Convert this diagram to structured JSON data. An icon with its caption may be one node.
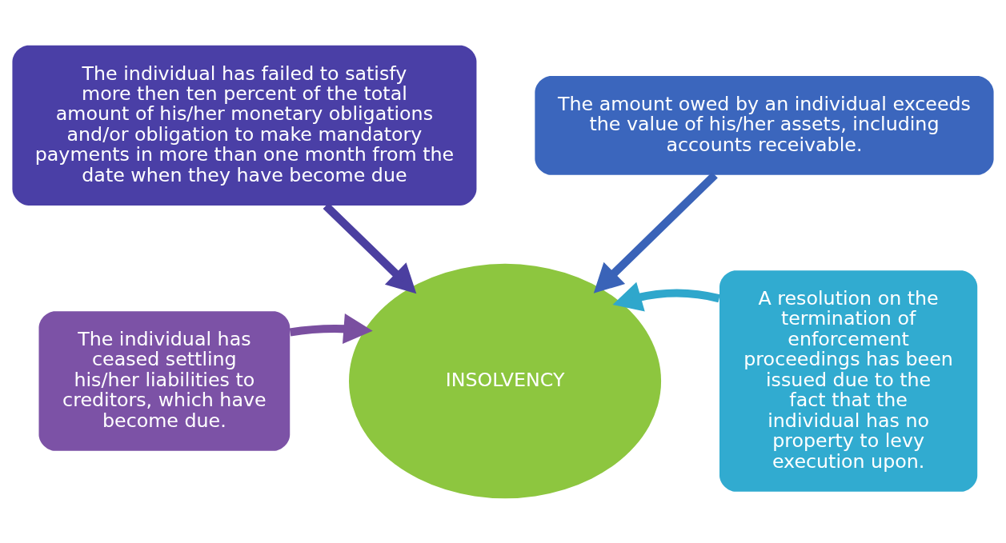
{
  "diagram": {
    "nodes": [
      {
        "text": [
          "The individual has failed to satisfy more then ten percent of the total amount of his/her monetary obligations and/or obligation to make mandatory payments in more than one month from the date when they have become due"
        ]
      },
      {
        "text": [
          "The amount owed by an individual exceeds the value of his/her assets, including accounts receivable."
        ]
      },
      {
        "text": [
          "The individual has ceased settling his/her liabilities to creditors, which have become due."
        ]
      },
      {
        "text": [
          "A resolution on the termination of enforcement proceedings has been issued due to the fact that the individual has no property to levy execution upon."
        ]
      },
      {
        "text": [
          "INSOLVENCY"
        ]
      }
    ],
    "edges": [
      {
        "from": 0,
        "to": 4,
        "arrow": "to",
        "color": "#4b3fa0"
      },
      {
        "from": 1,
        "to": 4,
        "arrow": "to",
        "color": "#3a63b8"
      },
      {
        "from": 2,
        "to": 4,
        "arrow": "to",
        "color": "#7a4fa0"
      },
      {
        "from": 3,
        "to": 4,
        "arrow": "to",
        "color": "#2fa7cc"
      }
    ]
  }
}
